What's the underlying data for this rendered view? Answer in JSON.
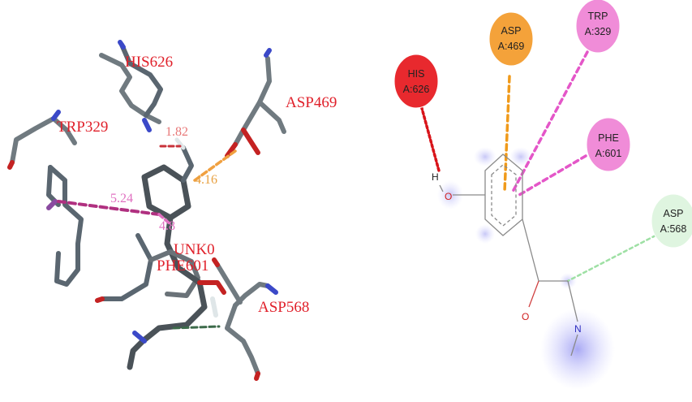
{
  "panel_3d": {
    "residue_labels": [
      {
        "text": "HIS626"
      },
      {
        "text": "ASP469"
      },
      {
        "text": "TRP329"
      },
      {
        "text": "UNK0"
      },
      {
        "text": "PHE601"
      },
      {
        "text": "ASP568"
      }
    ],
    "distance_labels": [
      {
        "text": "1.82",
        "color": "#e87878"
      },
      {
        "text": "4.16",
        "color": "#e8a040"
      },
      {
        "text": "5.24",
        "color": "#e070c0"
      },
      {
        "text": "4.8",
        "color": "#e070c0"
      }
    ]
  },
  "panel_2d": {
    "residues": [
      {
        "line1": "HIS",
        "line2": "A:626",
        "color": "#e8292e",
        "line_color": "#d8141a"
      },
      {
        "line1": "ASP",
        "line2": "A:469",
        "color": "#f4a23a",
        "line_color": "#f09a1a"
      },
      {
        "line1": "TRP",
        "line2": "A:329",
        "color": "#f08cd8",
        "line_color": "#e456c8"
      },
      {
        "line1": "PHE",
        "line2": "A:601",
        "color": "#f08cd8",
        "line_color": "#e456c8"
      },
      {
        "line1": "ASP",
        "line2": "A:568",
        "color": "#dff5e0",
        "line_color": "#9ee0a4"
      }
    ],
    "atoms": {
      "hydroxyl_o": "O",
      "hydroxyl_h": "H",
      "side_o": "O",
      "amine_n": "N"
    }
  }
}
